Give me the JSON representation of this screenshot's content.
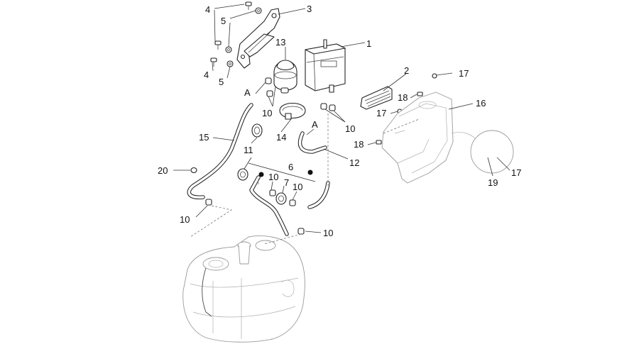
{
  "callouts": {
    "c1": "1",
    "c2": "2",
    "c3": "3",
    "c4a": "4",
    "c4b": "4",
    "c5a": "5",
    "c5b": "5",
    "c6": "6",
    "c7": "7",
    "c10a": "10",
    "c10b": "10",
    "c10c": "10",
    "c10d": "10",
    "c10e": "10",
    "c10f": "10",
    "c11": "11",
    "c12": "12",
    "c13": "13",
    "c14": "14",
    "c15": "15",
    "c16": "16",
    "c17a": "17",
    "c17b": "17",
    "c17c": "17",
    "c18a": "18",
    "c18b": "18",
    "c19": "19",
    "c20": "20",
    "ref_a1": "A",
    "ref_a2": "A"
  }
}
